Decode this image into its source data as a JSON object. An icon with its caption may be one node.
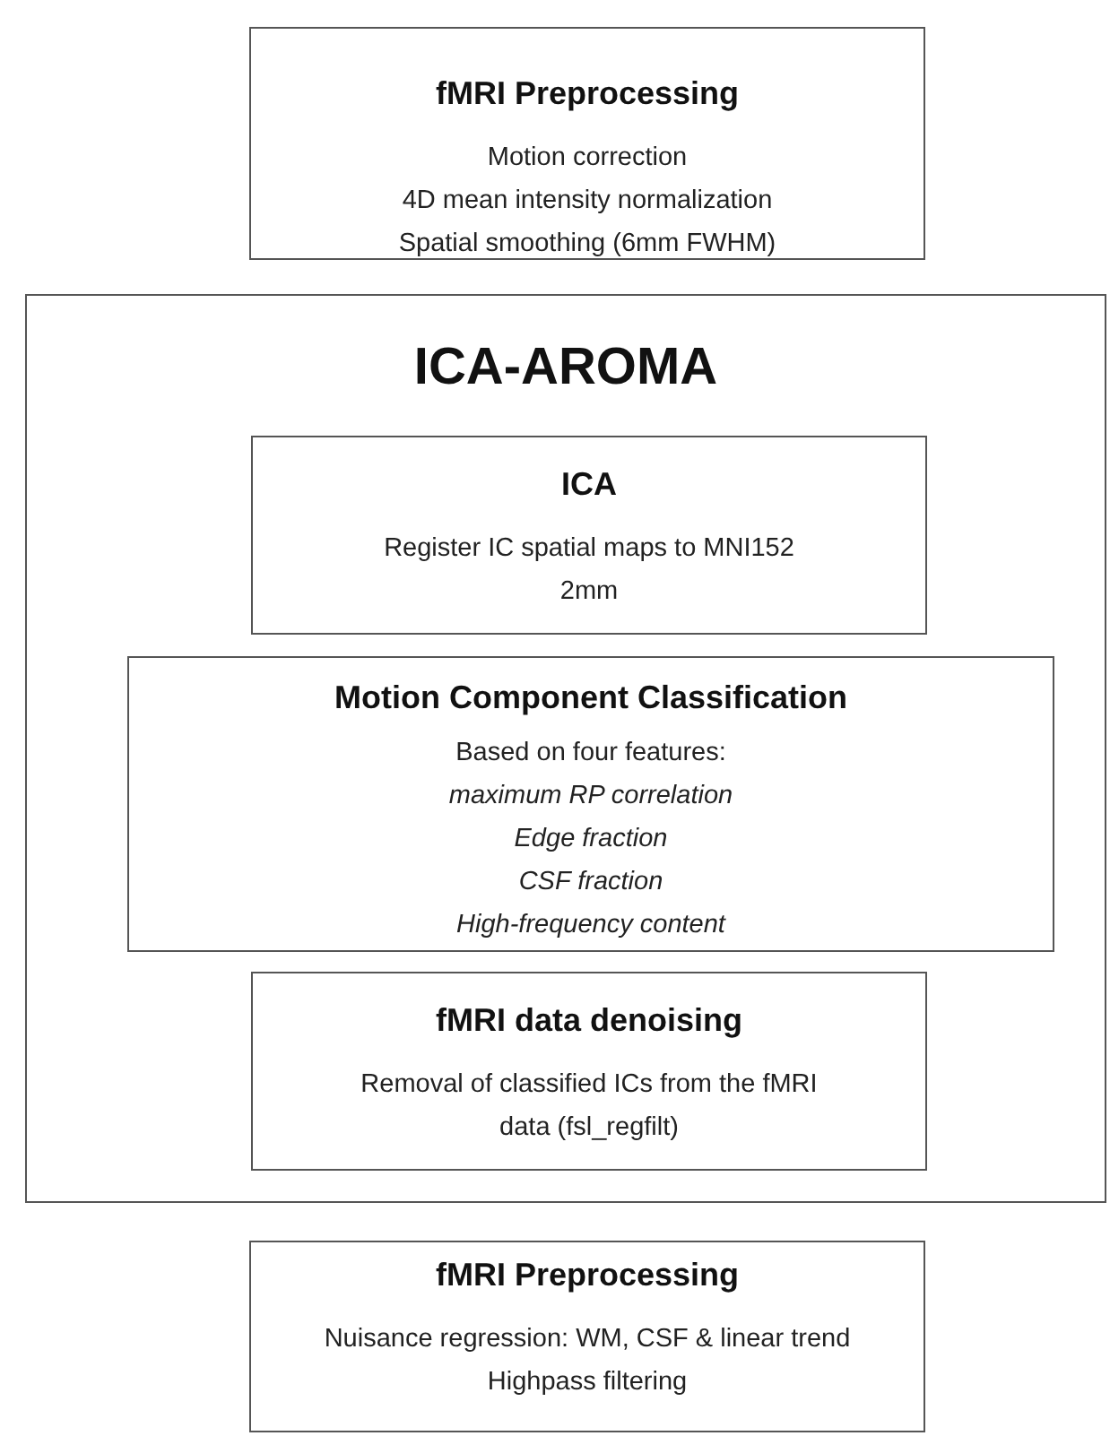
{
  "diagram": {
    "nodes": [
      {
        "text": [
          "fMRI Preprocessing",
          "Motion correction",
          "4D mean intensity normalization",
          "Spatial smoothing (6mm FWHM)"
        ]
      },
      {
        "text": [
          "ICA-AROMA"
        ]
      },
      {
        "text": [
          "ICA",
          "Register IC spatial maps to MNI152 2mm"
        ],
        "in": 1
      },
      {
        "text": [
          "Motion Component Classification",
          "Based on four features:",
          "maximum RP correlation",
          "Edge fraction",
          "CSF fraction",
          "High-frequency content"
        ],
        "in": 1
      },
      {
        "text": [
          "fMRI data denoising",
          "Removal of classified ICs from the fMRI data (fsl_regfilt)"
        ],
        "in": 1
      },
      {
        "text": [
          "fMRI Preprocessing",
          "Nuisance regression: WM, CSF & linear trend",
          "Highpass filtering"
        ]
      }
    ]
  }
}
